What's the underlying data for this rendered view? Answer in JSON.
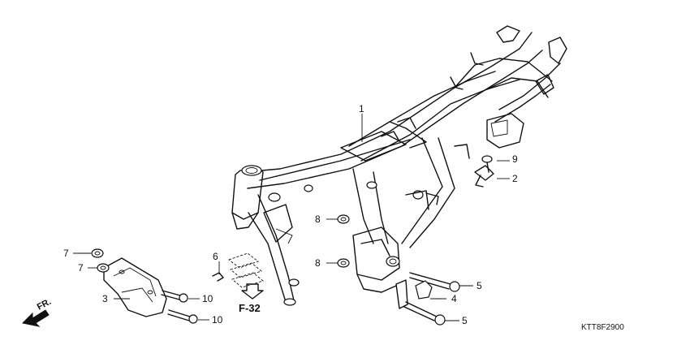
{
  "diagram": {
    "part_code": "KTT8F2900",
    "reference": "F-32",
    "direction_label": "FR.",
    "callouts": [
      {
        "id": "c1",
        "label": "1"
      },
      {
        "id": "c2",
        "label": "2"
      },
      {
        "id": "c3",
        "label": "3"
      },
      {
        "id": "c4",
        "label": "4"
      },
      {
        "id": "c5a",
        "label": "5"
      },
      {
        "id": "c5b",
        "label": "5"
      },
      {
        "id": "c6",
        "label": "6"
      },
      {
        "id": "c7a",
        "label": "7"
      },
      {
        "id": "c7b",
        "label": "7"
      },
      {
        "id": "c8a",
        "label": "8"
      },
      {
        "id": "c8b",
        "label": "8"
      },
      {
        "id": "c9",
        "label": "9"
      },
      {
        "id": "c10a",
        "label": "10"
      },
      {
        "id": "c10b",
        "label": "10"
      }
    ]
  }
}
